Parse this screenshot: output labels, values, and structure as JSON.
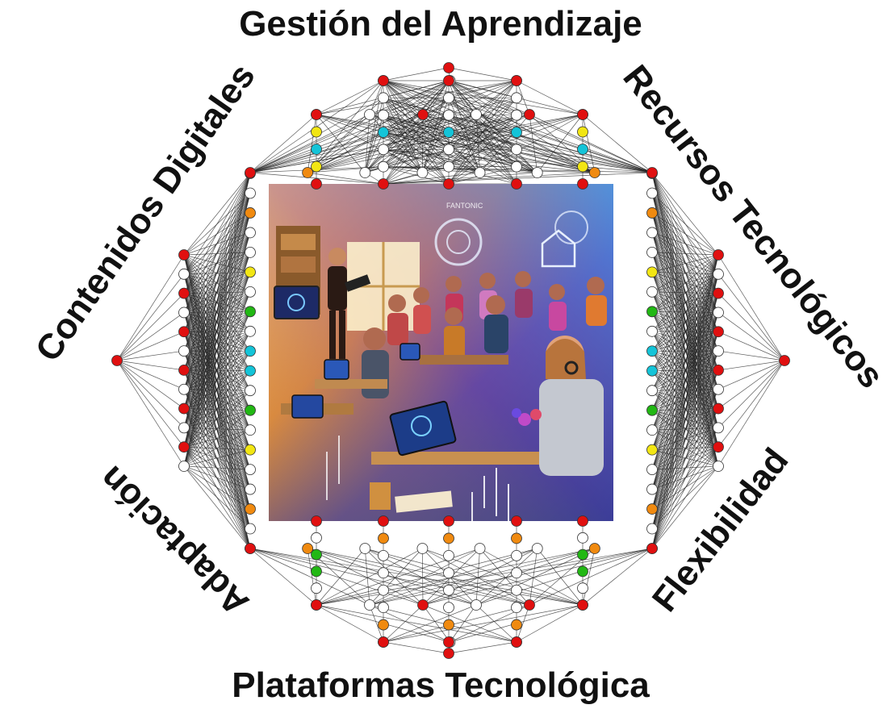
{
  "labels": {
    "top": "Gestión del Aprendizaje",
    "upper_left": "Contenidos Digitales",
    "upper_right": "Recursos Tecnológicos",
    "lower_left": "Adaptación",
    "lower_right": "Flexibilidad",
    "bottom": "Plataformas Tecnológica"
  },
  "illustration": {
    "screen_text": "FANTONIC"
  },
  "colors": {
    "node_red": "#e01010",
    "node_orange": "#f08a10",
    "node_yellow": "#f2e614",
    "node_green": "#22b814",
    "node_cyan": "#14c4d8",
    "link": "#222222",
    "text": "#111111"
  },
  "node_color_pattern": [
    "red",
    "white",
    "orange",
    "white",
    "yellow",
    "white",
    "green",
    "white",
    "cyan",
    "white",
    "green",
    "white",
    "yellow",
    "white",
    "orange",
    "white",
    "red"
  ]
}
